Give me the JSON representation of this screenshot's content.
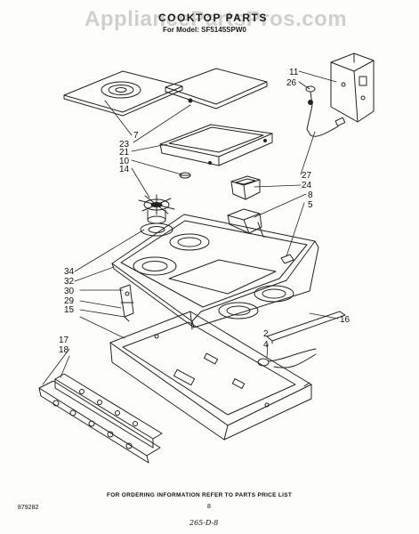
{
  "watermark": "AppliancePartsPros.com",
  "header": {
    "title": "COOKTOP PARTS",
    "model_label": "For Model:",
    "model_number": "SF5145SPW0"
  },
  "callouts": [
    {
      "id": "c11",
      "label": "11"
    },
    {
      "id": "c26",
      "label": "26"
    },
    {
      "id": "c7",
      "label": "7"
    },
    {
      "id": "c23",
      "label": "23"
    },
    {
      "id": "c21",
      "label": "21"
    },
    {
      "id": "c10",
      "label": "10"
    },
    {
      "id": "c14",
      "label": "14"
    },
    {
      "id": "c27",
      "label": "27"
    },
    {
      "id": "c24",
      "label": "24"
    },
    {
      "id": "c8",
      "label": "8"
    },
    {
      "id": "c5",
      "label": "5"
    },
    {
      "id": "c34",
      "label": "34"
    },
    {
      "id": "c32",
      "label": "32"
    },
    {
      "id": "c30",
      "label": "30"
    },
    {
      "id": "c29",
      "label": "29"
    },
    {
      "id": "c15",
      "label": "15"
    },
    {
      "id": "c16",
      "label": "16"
    },
    {
      "id": "c17",
      "label": "17"
    },
    {
      "id": "c18",
      "label": "18"
    },
    {
      "id": "c2",
      "label": "2"
    },
    {
      "id": "c4",
      "label": "4"
    }
  ],
  "footer": {
    "note": "FOR ORDERING INFORMATION REFER TO PARTS PRICE LIST",
    "code": "879282",
    "page": "8",
    "handwritten": "265-D-8"
  }
}
